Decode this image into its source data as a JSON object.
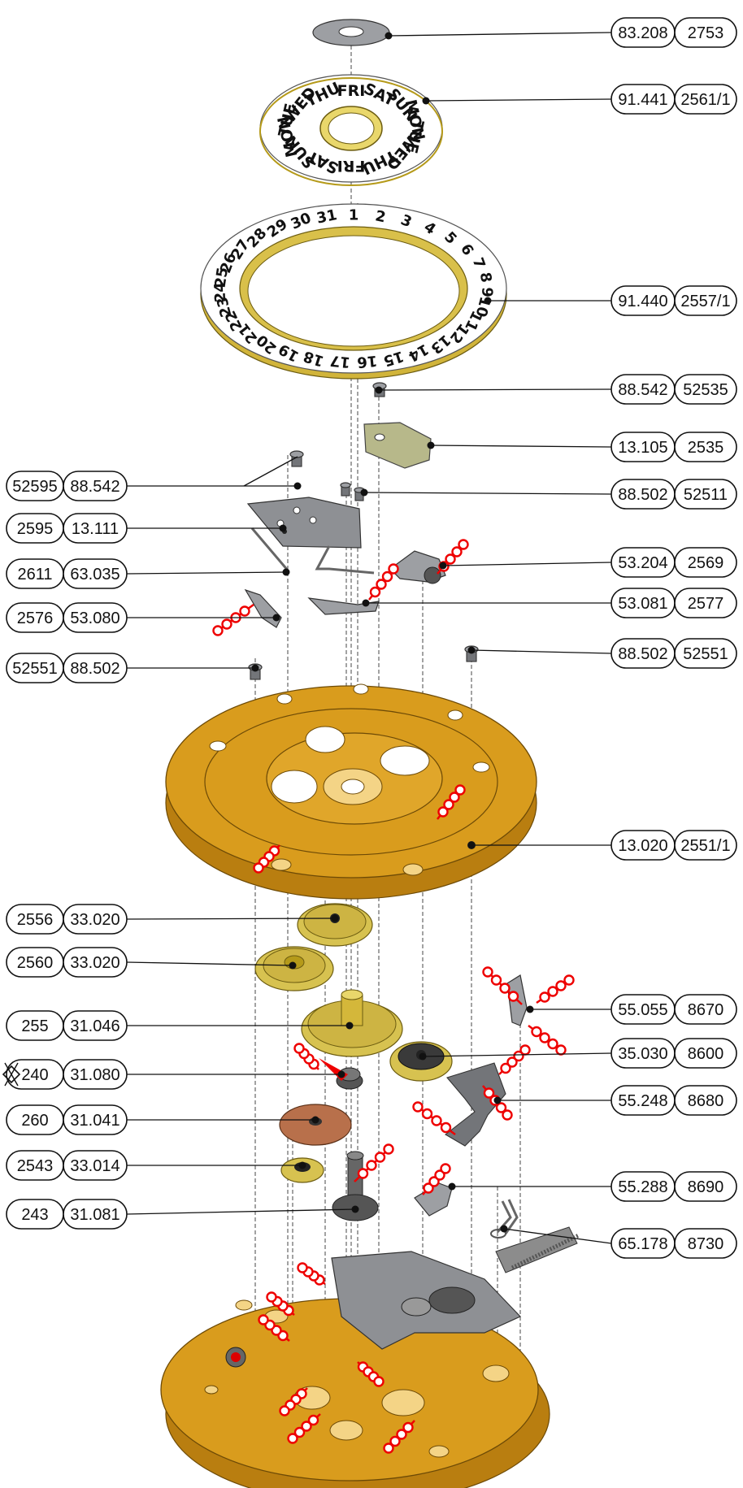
{
  "callouts_right": [
    {
      "a": "83.208",
      "b": "2753"
    },
    {
      "a": "91.441",
      "b": "2561/1"
    },
    {
      "a": "91.440",
      "b": "2557/1"
    },
    {
      "a": "88.542",
      "b": "52535"
    },
    {
      "a": "13.105",
      "b": "2535"
    },
    {
      "a": "88.502",
      "b": "52511"
    },
    {
      "a": "53.204",
      "b": "2569"
    },
    {
      "a": "53.081",
      "b": "2577"
    },
    {
      "a": "88.502",
      "b": "52551"
    },
    {
      "a": "13.020",
      "b": "2551/1"
    },
    {
      "a": "55.055",
      "b": "8670"
    },
    {
      "a": "35.030",
      "b": "8600"
    },
    {
      "a": "55.248",
      "b": "8680"
    },
    {
      "a": "55.288",
      "b": "8690"
    },
    {
      "a": "65.178",
      "b": "8730"
    }
  ],
  "callouts_left": [
    {
      "a": "52595",
      "b": "88.542"
    },
    {
      "a": "2595",
      "b": "13.111"
    },
    {
      "a": "2611",
      "b": "63.035"
    },
    {
      "a": "2576",
      "b": "53.080"
    },
    {
      "a": "52551",
      "b": "88.502"
    },
    {
      "a": "2556",
      "b": "33.020"
    },
    {
      "a": "2560",
      "b": "33.020"
    },
    {
      "a": "255",
      "b": "31.046"
    },
    {
      "a": "240",
      "b": "31.080"
    },
    {
      "a": "260",
      "b": "31.041"
    },
    {
      "a": "2543",
      "b": "33.014"
    },
    {
      "a": "243",
      "b": "31.081"
    }
  ],
  "day_disc": {
    "outer_ring": [
      "FRI",
      "SAT",
      "SUN",
      "MON",
      "TUE",
      "WED",
      "THU",
      "FRI",
      "SAT",
      "SUN",
      "MON",
      "TUE",
      "WED",
      "THU"
    ]
  },
  "date_disc": {
    "numbers": [
      "1",
      "2",
      "3",
      "4",
      "5",
      "6",
      "7",
      "8",
      "9",
      "10",
      "11",
      "12",
      "13",
      "14",
      "15",
      "16",
      "17",
      "18",
      "19",
      "20",
      "21",
      "22",
      "23",
      "24",
      "25",
      "26",
      "27",
      "28",
      "29",
      "30",
      "31"
    ]
  },
  "icons": {
    "shock_symbol": "shock-protection-icon",
    "oil_marker": "lubrication-point-icon"
  },
  "colors": {
    "gold": "#d99c1d",
    "brass": "#d7c250",
    "steel": "#9d9fa3",
    "copper": "#b8704b",
    "oil": "#e00000"
  }
}
